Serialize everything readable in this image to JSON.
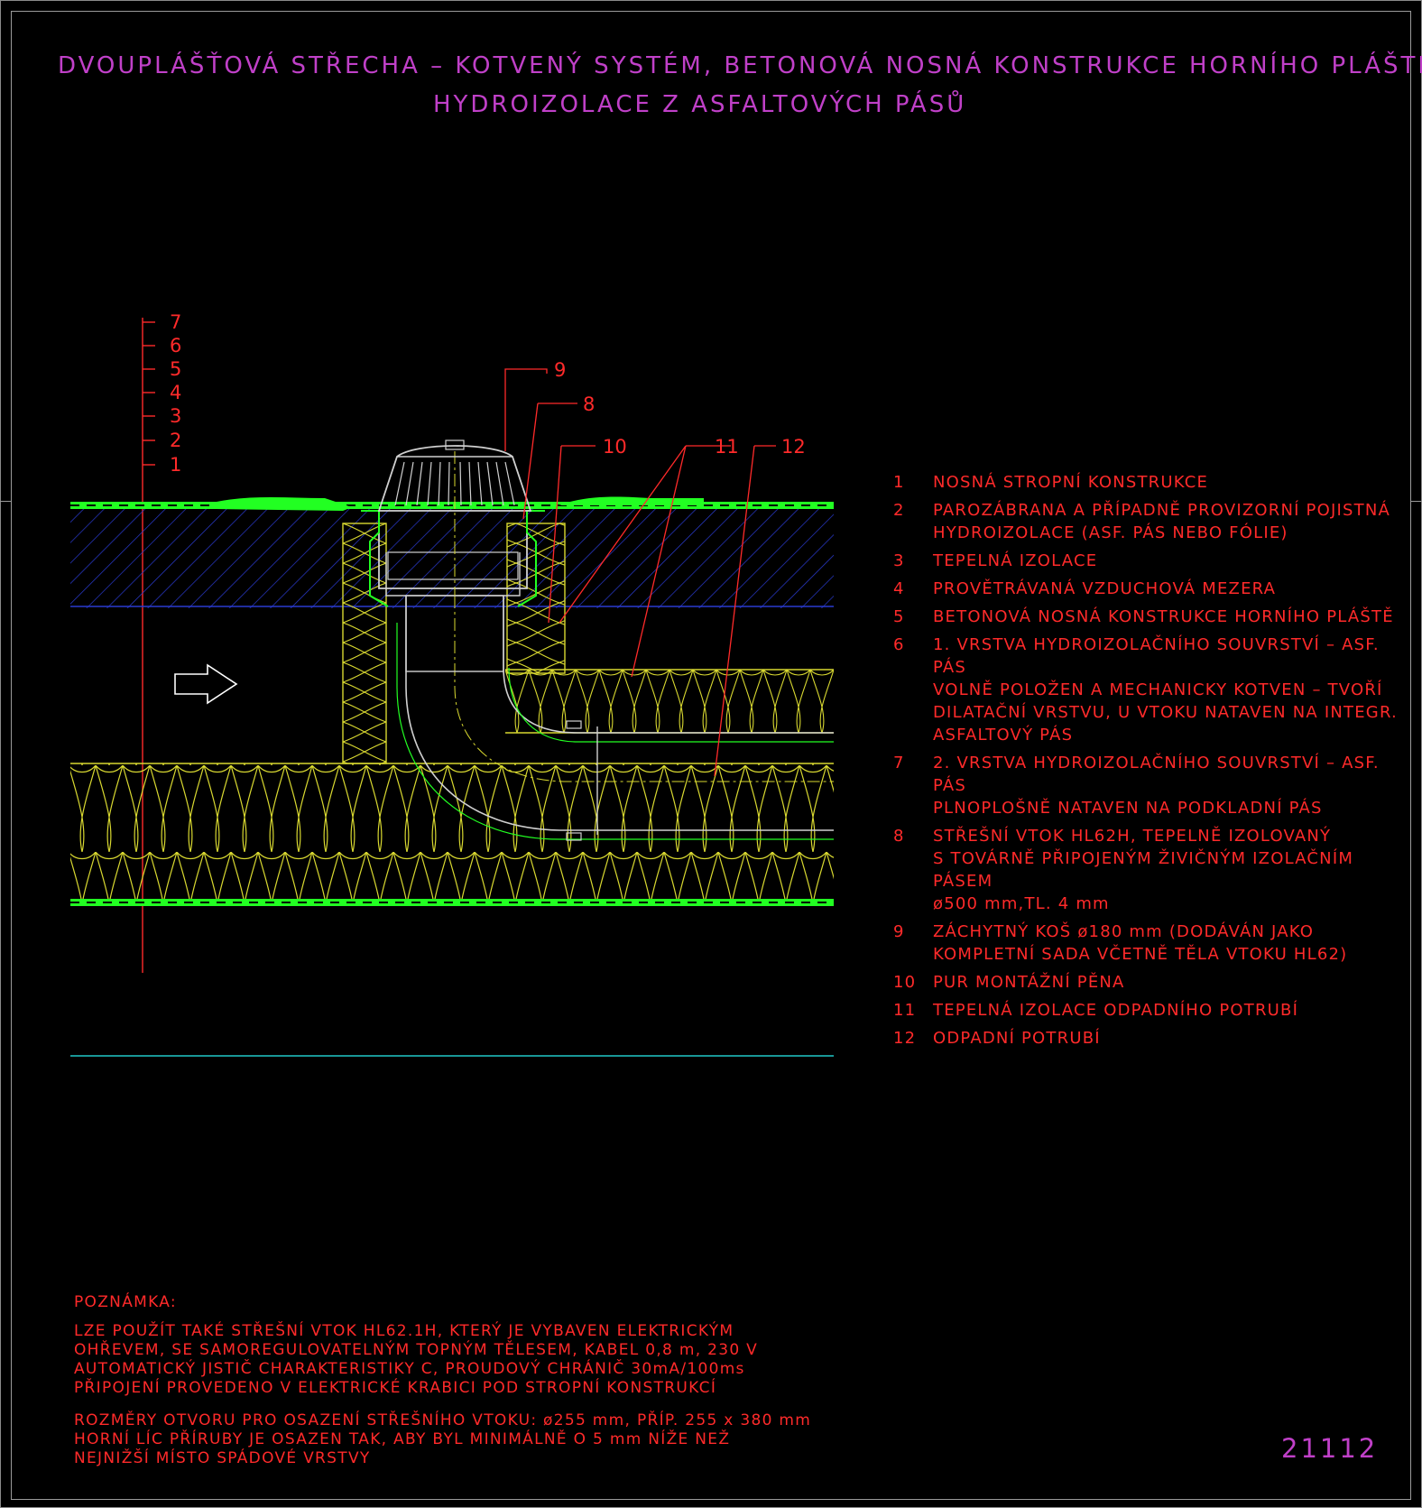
{
  "title": {
    "line1": "DVOUPLÁŠŤOVÁ STŘECHA – KOTVENÝ SYSTÉM, BETONOVÁ NOSNÁ KONSTRUKCE HORNÍHO PLÁŠTĚ",
    "line2": "HYDROIZOLACE Z ASFALTOVÝCH PÁSŮ"
  },
  "scale_labels": [
    "7",
    "6",
    "5",
    "4",
    "3",
    "2",
    "1"
  ],
  "callouts": [
    "9",
    "8",
    "10",
    "11",
    "12"
  ],
  "legend": [
    {
      "num": "1",
      "text": "NOSNÁ STROPNÍ KONSTRUKCE"
    },
    {
      "num": "2",
      "text": "PAROZÁBRANA A PŘÍPADNĚ PROVIZORNÍ POJISTNÁ\nHYDROIZOLACE (ASF. PÁS NEBO FÓLIE)"
    },
    {
      "num": "3",
      "text": "TEPELNÁ IZOLACE"
    },
    {
      "num": "4",
      "text": "PROVĚTRÁVANÁ VZDUCHOVÁ MEZERA"
    },
    {
      "num": "5",
      "text": "BETONOVÁ NOSNÁ KONSTRUKCE HORNÍHO PLÁŠTĚ"
    },
    {
      "num": "6",
      "text": "1. VRSTVA HYDROIZOLAČNÍHO SOUVRSTVÍ – ASF. PÁS\nVOLNĚ POLOŽEN A MECHANICKY KOTVEN – TVOŘÍ\nDILATAČNÍ VRSTVU, U VTOKU NATAVEN NA INTEGR.\nASFALTOVÝ PÁS"
    },
    {
      "num": "7",
      "text": "2. VRSTVA HYDROIZOLAČNÍHO SOUVRSTVÍ – ASF. PÁS\nPLNOPLOŠNĚ NATAVEN NA PODKLADNÍ PÁS"
    },
    {
      "num": "8",
      "text": "STŘEŠNÍ VTOK HL62H, TEPELNĚ IZOLOVANÝ\nS TOVÁRNĚ PŘIPOJENÝM ŽIVIČNÝM IZOLAČNÍM PÁSEM\nø500 mm,TL. 4 mm"
    },
    {
      "num": "9",
      "text": "ZÁCHYTNÝ KOŠ ø180 mm (DODÁVÁN JAKO\nKOMPLETNÍ SADA VČETNĚ TĚLA VTOKU HL62)"
    },
    {
      "num": "10",
      "text": "PUR MONTÁŽNÍ PĚNA"
    },
    {
      "num": "11",
      "text": "TEPELNÁ IZOLACE ODPADNÍHO POTRUBÍ"
    },
    {
      "num": "12",
      "text": "ODPADNÍ POTRUBÍ"
    }
  ],
  "note": {
    "heading": "POZNÁMKA:",
    "para1": "LZE POUŽÍT TAKÉ STŘEŠNÍ VTOK HL62.1H, KTERÝ JE VYBAVEN ELEKTRICKÝM\nOHŘEVEM, SE SAMOREGULOVATELNÝM TOPNÝM TĚLESEM, KABEL 0,8 m, 230 V\nAUTOMATICKÝ JISTIČ CHARAKTERISTIKY C, PROUDOVÝ CHRÁNIČ 30mA/100ms\nPŘIPOJENÍ PROVEDENO V ELEKTRICKÉ KRABICI POD STROPNÍ KONSTRUKCÍ",
    "para2": "ROZMĚRY OTVORU PRO OSAZENÍ STŘEŠNÍHO VTOKU: ø255 mm, PŘÍP. 255 x 380 mm\nHORNÍ LÍC PŘÍRUBY JE OSAZEN TAK, ABY BYL MINIMÁLNĚ O 5 mm NÍŽE NEŽ\nNEJNIŽŠÍ MÍSTO SPÁDOVÉ VRSTVY"
  },
  "drawing_code": "21112",
  "colors": {
    "background": "#000000",
    "title": "#c040c8",
    "annotation": "#ff2a2a",
    "membrane": "#22ff22",
    "insulation": "#d8d830",
    "concrete_hatch": "#2a3ad0",
    "drain_body": "#d0d0d0",
    "baseline": "#20c8c8"
  }
}
